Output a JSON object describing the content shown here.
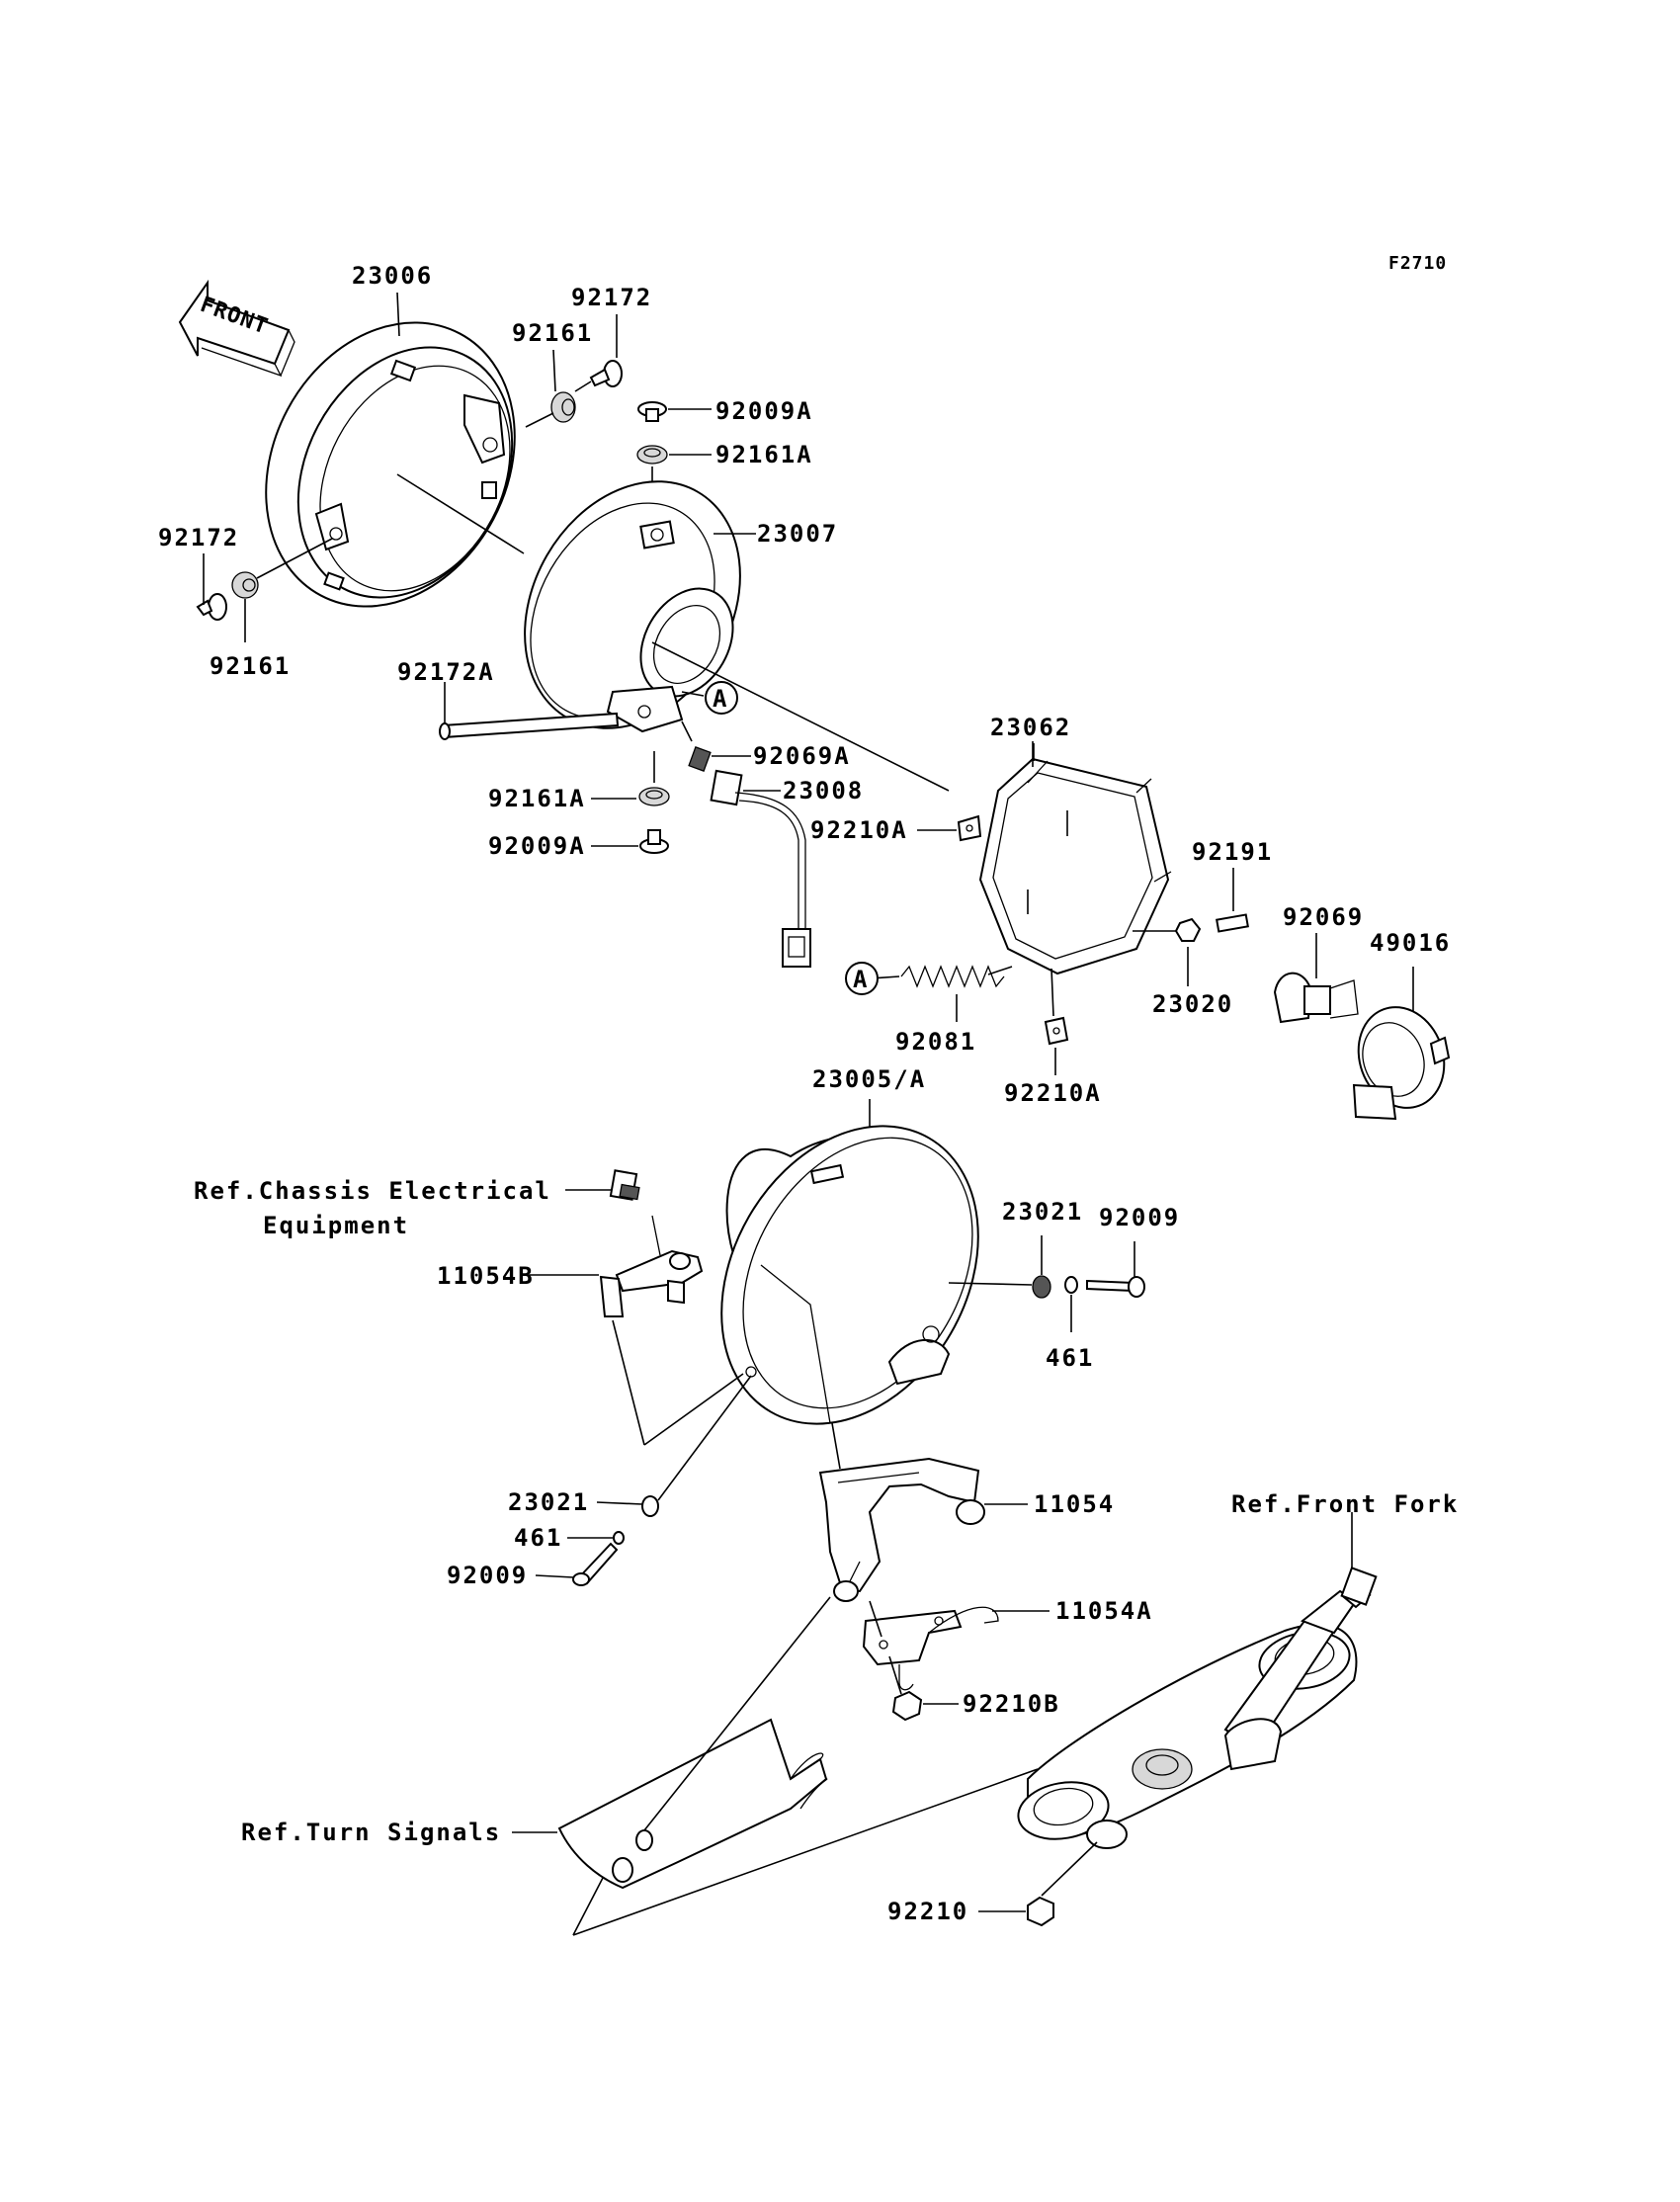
{
  "diagram": {
    "figure_code": "F2710",
    "front_label": "FRONT",
    "callouts": [
      {
        "id": "c-23006",
        "text": "23006"
      },
      {
        "id": "c-92172-top",
        "text": "92172"
      },
      {
        "id": "c-92161-top",
        "text": "92161"
      },
      {
        "id": "c-92009A-top",
        "text": "92009A"
      },
      {
        "id": "c-92161A-top",
        "text": "92161A"
      },
      {
        "id": "c-23007",
        "text": "23007"
      },
      {
        "id": "c-92172-left",
        "text": "92172"
      },
      {
        "id": "c-92161-left",
        "text": "92161"
      },
      {
        "id": "c-92172A",
        "text": "92172A"
      },
      {
        "id": "c-92069A",
        "text": "92069A"
      },
      {
        "id": "c-23008",
        "text": "23008"
      },
      {
        "id": "c-92161A-bot",
        "text": "92161A"
      },
      {
        "id": "c-92009A-bot",
        "text": "92009A"
      },
      {
        "id": "c-23062",
        "text": "23062"
      },
      {
        "id": "c-92210A-top",
        "text": "92210A"
      },
      {
        "id": "c-92191",
        "text": "92191"
      },
      {
        "id": "c-92069",
        "text": "92069"
      },
      {
        "id": "c-49016",
        "text": "49016"
      },
      {
        "id": "c-23020",
        "text": "23020"
      },
      {
        "id": "c-92081",
        "text": "92081"
      },
      {
        "id": "c-92210A-bot",
        "text": "92210A"
      },
      {
        "id": "c-23005A",
        "text": "23005/A"
      },
      {
        "id": "c-ref-chassis-1",
        "text": "Ref.Chassis Electrical"
      },
      {
        "id": "c-ref-chassis-2",
        "text": "Equipment"
      },
      {
        "id": "c-11054B",
        "text": "11054B"
      },
      {
        "id": "c-23021-right",
        "text": "23021"
      },
      {
        "id": "c-92009-right",
        "text": "92009"
      },
      {
        "id": "c-461-right",
        "text": "461"
      },
      {
        "id": "c-23021-left",
        "text": "23021"
      },
      {
        "id": "c-461-left",
        "text": "461"
      },
      {
        "id": "c-92009-left",
        "text": "92009"
      },
      {
        "id": "c-11054",
        "text": "11054"
      },
      {
        "id": "c-ref-front-fork",
        "text": "Ref.Front Fork"
      },
      {
        "id": "c-11054A",
        "text": "11054A"
      },
      {
        "id": "c-92210B",
        "text": "92210B"
      },
      {
        "id": "c-ref-turn-signals",
        "text": "Ref.Turn Signals"
      },
      {
        "id": "c-92210",
        "text": "92210"
      }
    ],
    "markers": [
      {
        "id": "marker-a-1",
        "text": "A"
      },
      {
        "id": "marker-a-2",
        "text": "A"
      }
    ]
  }
}
